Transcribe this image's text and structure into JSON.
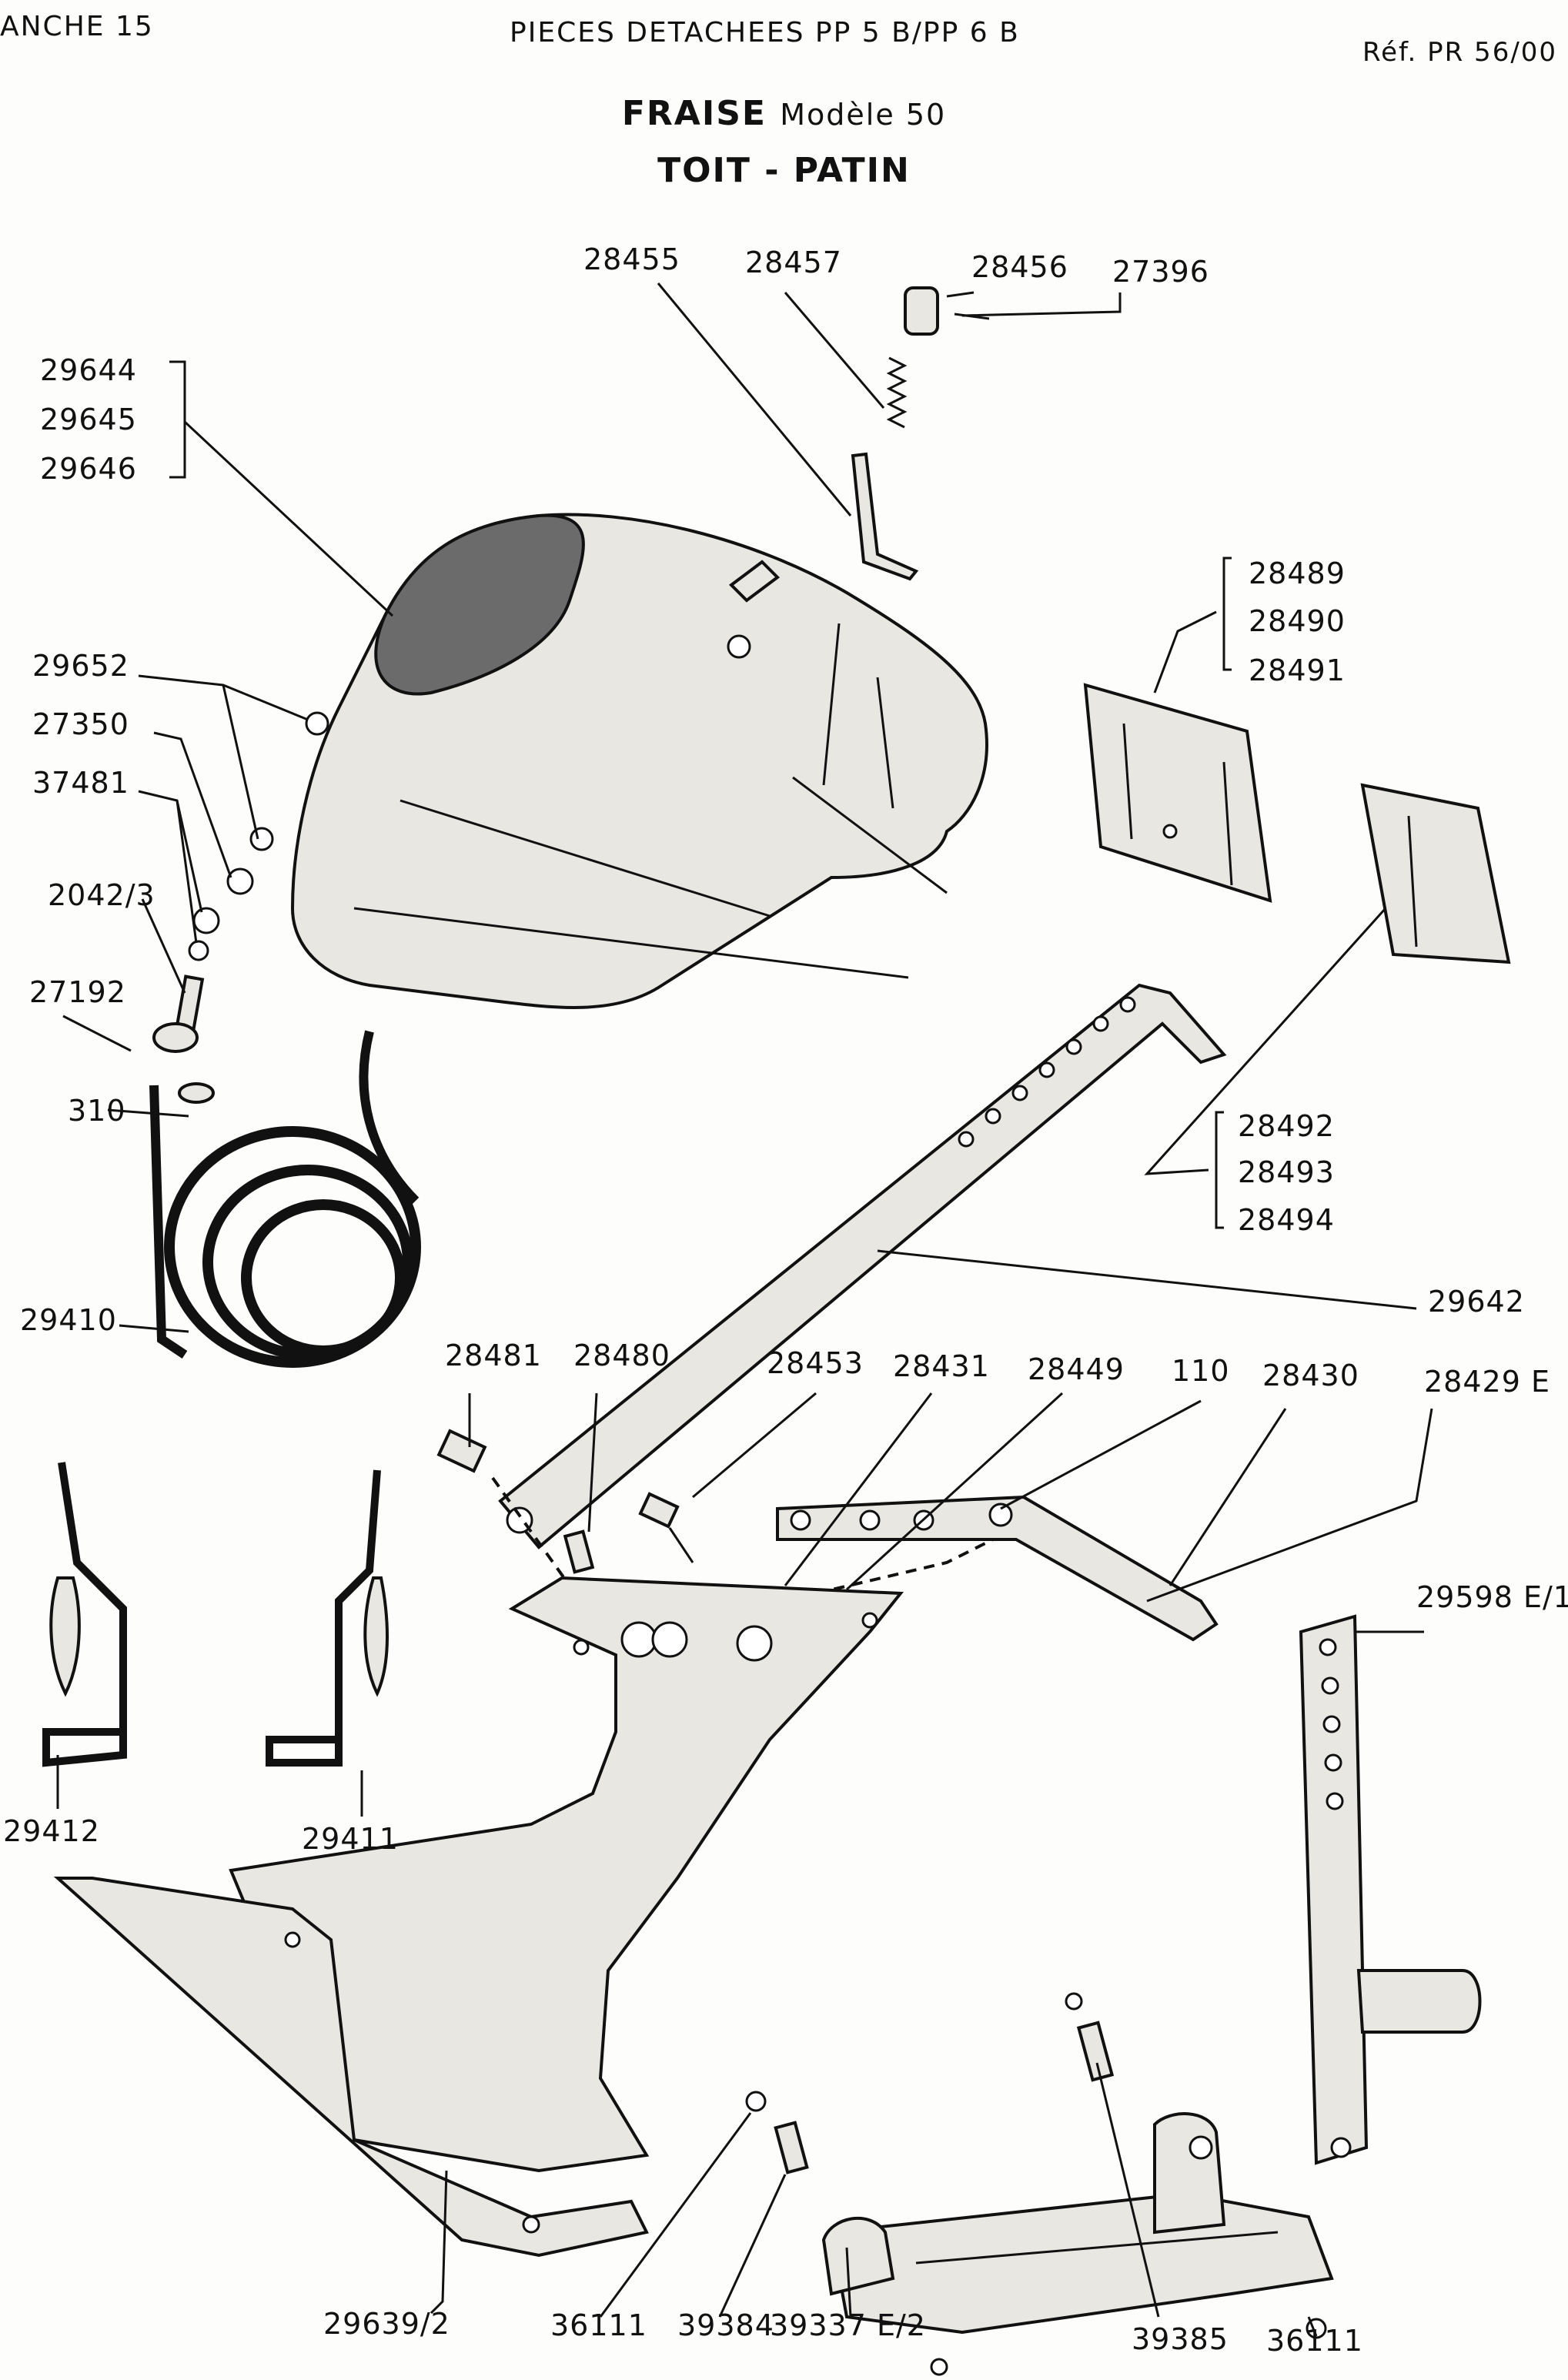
{
  "header": {
    "plate": "ANCHE 15",
    "series": "PIECES DETACHEES PP 5 B/PP 6 B",
    "reference": "Réf. PR 56/00"
  },
  "title": {
    "line1_main": "FRAISE",
    "line1_model": "Modèle 50",
    "line2": "TOIT - PATIN"
  },
  "labels": {
    "p28455": "28455",
    "p28457": "28457",
    "p28456": "28456",
    "p27396": "27396",
    "p29644": "29644",
    "p29645": "29645",
    "p29646": "29646",
    "p28489": "28489",
    "p28490": "28490",
    "p28491": "28491",
    "p29652": "29652",
    "p27350": "27350",
    "p37481": "37481",
    "p2042": "2042/3",
    "p27192": "27192",
    "p310": "310",
    "p28492": "28492",
    "p28493": "28493",
    "p28494": "28494",
    "p29642": "29642",
    "p29410": "29410",
    "p28481": "28481",
    "p28480": "28480",
    "p28453": "28453",
    "p28431": "28431",
    "p28449": "28449",
    "p110": "110",
    "p28430": "28430",
    "p28429": "28429 E",
    "p29598": "29598 E/1",
    "p29412": "29412",
    "p29411": "29411",
    "p29639": "29639/2",
    "p36111a": "36111",
    "p39384": "39384",
    "p39337": "39337 E/2",
    "p39385": "39385",
    "p36111b": "36111"
  },
  "colors": {
    "ink": "#111111",
    "paper": "#fdfdfb",
    "metal": "#e9e7e2",
    "shade": "#6b6b6b"
  }
}
